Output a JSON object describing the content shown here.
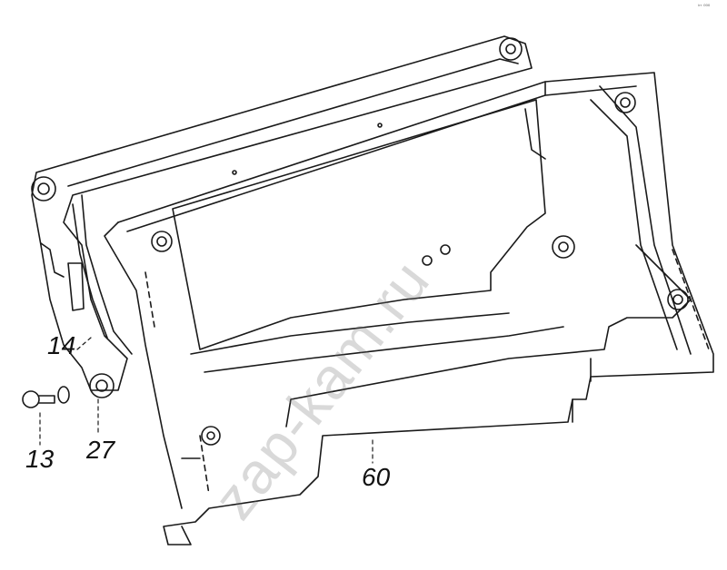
{
  "diagram": {
    "callouts": [
      "14",
      "13",
      "27",
      "60"
    ],
    "watermark": "zap-kam.ru",
    "corner_mark": "ᵢᵣᵣ ₀₀₀",
    "colors": {
      "line": "#1a1a1a",
      "watermark": "#8a8a8a",
      "background": "#ffffff"
    }
  }
}
